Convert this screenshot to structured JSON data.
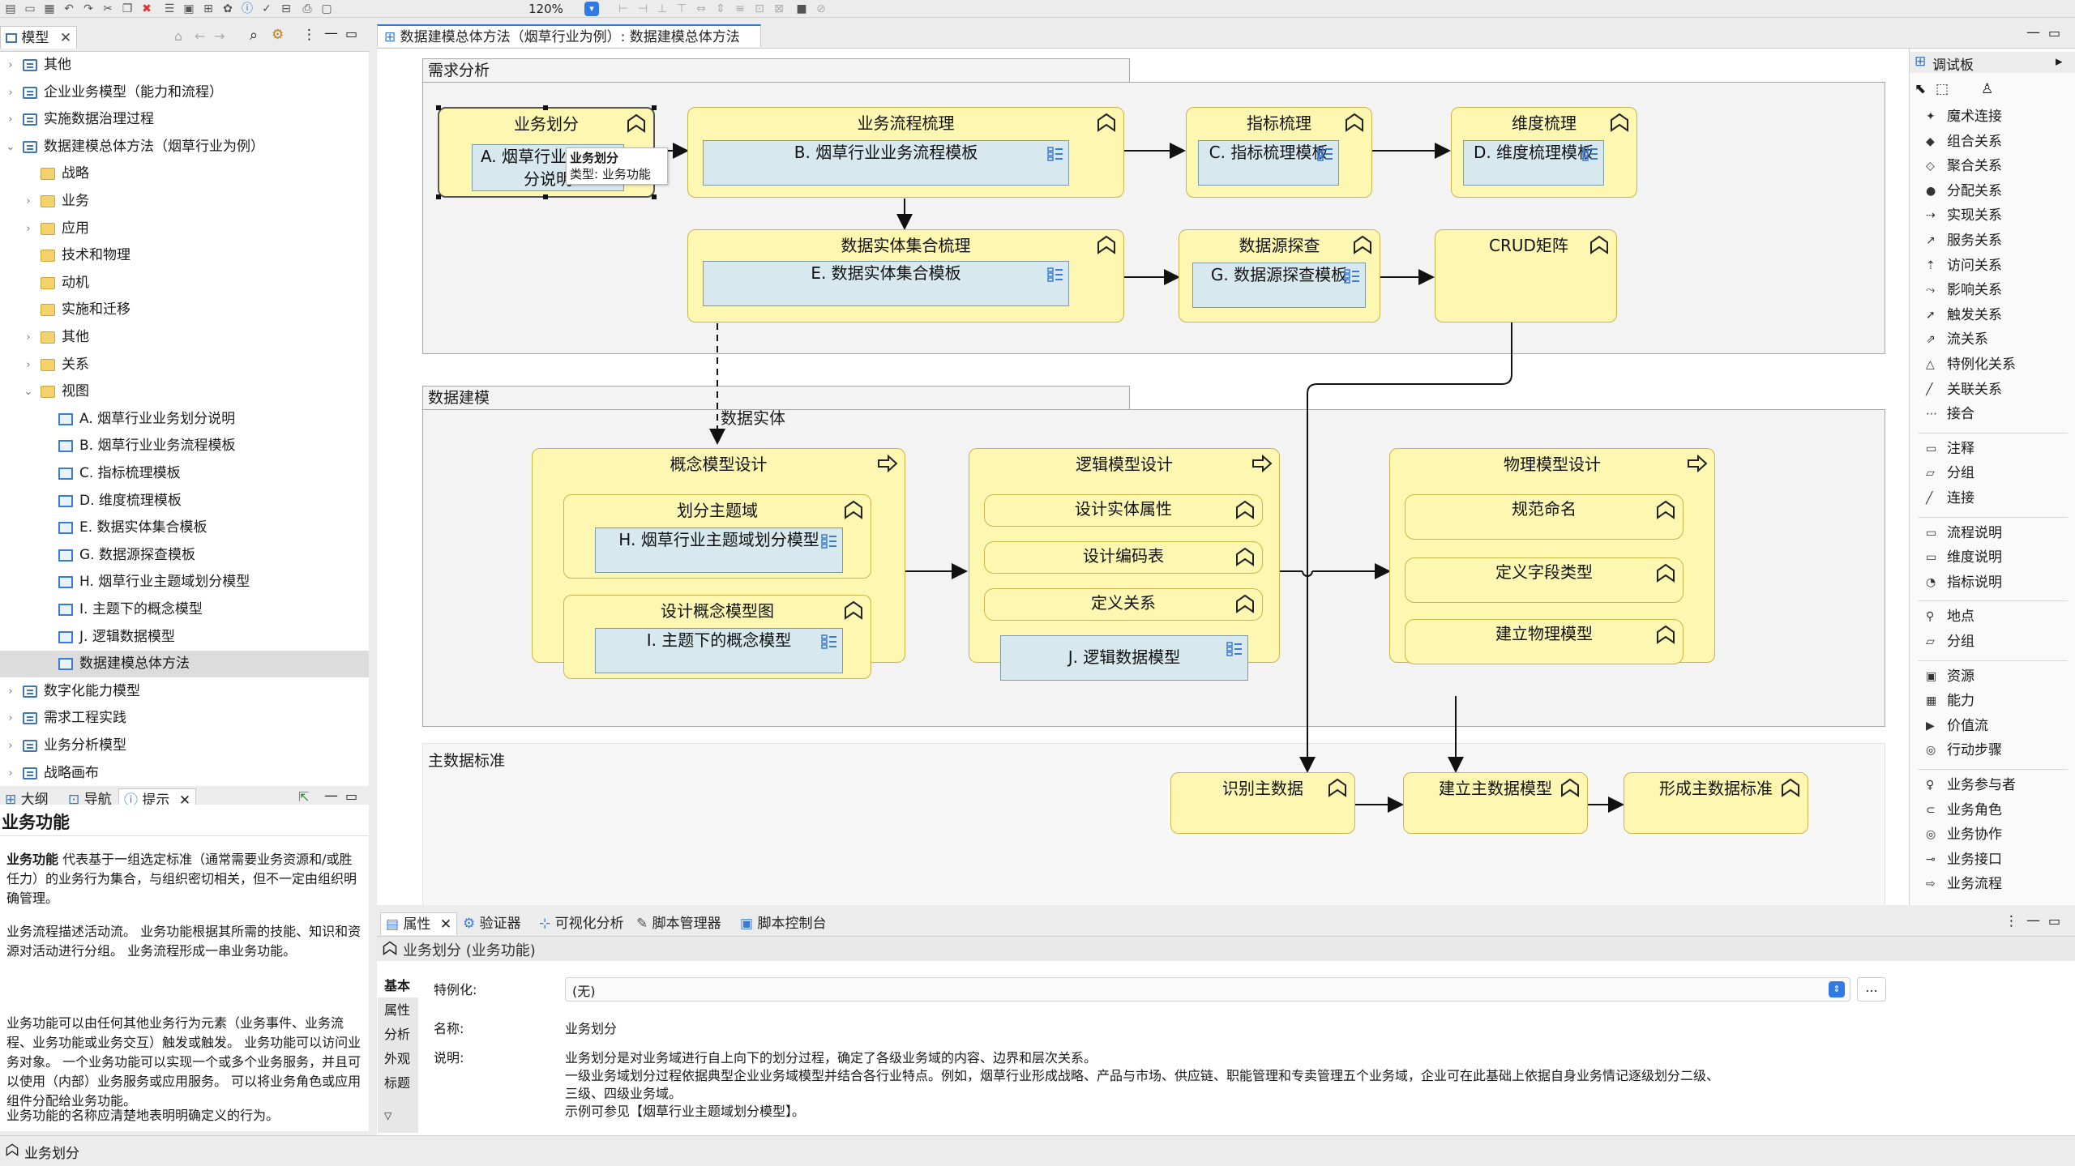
{
  "toolbar": {
    "zoom": "120%"
  },
  "left_panel": {
    "tab_label": "模型",
    "tree": [
      {
        "label": "其他",
        "level": 0,
        "expanded": false,
        "icon": "model-icon"
      },
      {
        "label": "企业业务模型（能力和流程）",
        "level": 0,
        "expanded": false,
        "icon": "model-icon"
      },
      {
        "label": "实施数据治理过程",
        "level": 0,
        "expanded": false,
        "icon": "model-icon"
      },
      {
        "label": "数据建模总体方法（烟草行业为例）",
        "level": 0,
        "expanded": true,
        "icon": "model-icon"
      },
      {
        "label": "战略",
        "level": 1,
        "expanded": null,
        "icon": "folder-icon"
      },
      {
        "label": "业务",
        "level": 1,
        "expanded": false,
        "icon": "folder-icon"
      },
      {
        "label": "应用",
        "level": 1,
        "expanded": false,
        "icon": "folder-icon"
      },
      {
        "label": "技术和物理",
        "level": 1,
        "expanded": null,
        "icon": "folder-icon"
      },
      {
        "label": "动机",
        "level": 1,
        "expanded": null,
        "icon": "folder-icon"
      },
      {
        "label": "实施和迁移",
        "level": 1,
        "expanded": null,
        "icon": "folder-icon"
      },
      {
        "label": "其他",
        "level": 1,
        "expanded": false,
        "icon": "folder-icon"
      },
      {
        "label": "关系",
        "level": 1,
        "expanded": false,
        "icon": "folder-icon"
      },
      {
        "label": "视图",
        "level": 1,
        "expanded": true,
        "icon": "folder-icon"
      },
      {
        "label": "A. 烟草行业业务划分说明",
        "level": 2,
        "expanded": null,
        "icon": "view-icon"
      },
      {
        "label": "B. 烟草行业业务流程模板",
        "level": 2,
        "expanded": null,
        "icon": "view-icon"
      },
      {
        "label": "C. 指标梳理模板",
        "level": 2,
        "expanded": null,
        "icon": "view-icon"
      },
      {
        "label": "D. 维度梳理模板",
        "level": 2,
        "expanded": null,
        "icon": "view-icon"
      },
      {
        "label": "E. 数据实体集合模板",
        "level": 2,
        "expanded": null,
        "icon": "view-icon"
      },
      {
        "label": "G. 数据源探查模板",
        "level": 2,
        "expanded": null,
        "icon": "view-icon"
      },
      {
        "label": "H. 烟草行业主题域划分模型",
        "level": 2,
        "expanded": null,
        "icon": "view-icon"
      },
      {
        "label": "I. 主题下的概念模型",
        "level": 2,
        "expanded": null,
        "icon": "view-icon"
      },
      {
        "label": "J. 逻辑数据模型",
        "level": 2,
        "expanded": null,
        "icon": "view-icon"
      },
      {
        "label": "数据建模总体方法",
        "level": 2,
        "expanded": null,
        "icon": "view-icon",
        "selected": true
      },
      {
        "label": "数字化能力模型",
        "level": 0,
        "expanded": false,
        "icon": "model-icon"
      },
      {
        "label": "需求工程实践",
        "level": 0,
        "expanded": false,
        "icon": "model-icon"
      },
      {
        "label": "业务分析模型",
        "level": 0,
        "expanded": false,
        "icon": "model-icon"
      },
      {
        "label": "战略画布",
        "level": 0,
        "expanded": false,
        "icon": "model-icon"
      }
    ]
  },
  "bottom_left": {
    "tabs": [
      "大纲",
      "导航",
      "提示"
    ],
    "title": "业务功能",
    "para1_bold": "业务功能",
    "para1": " 代表基于一组选定标准（通常需要业务资源和/或胜任力）的业务行为集合，与组织密切相关，但不一定由组织明确管理。",
    "para2": "业务流程描述活动流。 业务功能根据其所需的技能、知识和资源对活动进行分组。 业务流程形成一串业务功能。",
    "para3": "业务功能可以由任何其他业务行为元素（业务事件、业务流程、业务功能或业务交互）触发或触发。 业务功能可以访问业务对象。 一个业务功能可以实现一个或多个业务服务，并且可以使用（内部）业务服务或应用服务。 可以将业务角色或应用组件分配给业务功能。",
    "para4": "业务功能的名称应清楚地表明明确定义的行为。"
  },
  "editor": {
    "tab_label": "数据建模总体方法（烟草行业为例）: 数据建模总体方法",
    "groups": {
      "g1": "需求分析",
      "g2": "数据建模",
      "g3": "主数据标准"
    },
    "elements": {
      "e1": "业务划分",
      "e1v": "A. 烟草行业业务划分说明",
      "e2": "业务流程梳理",
      "e2v": "B. 烟草行业业务流程模板",
      "e3": "指标梳理",
      "e3v": "C. 指标梳理模板",
      "e4": "维度梳理",
      "e4v": "D. 维度梳理模板",
      "e5": "数据实体集合梳理",
      "e5v": "E. 数据实体集合模板",
      "e6": "数据源探查",
      "e6v": "G. 数据源探查模板",
      "e7": "CRUD矩阵",
      "p1": "概念模型设计",
      "p1a": "划分主题域",
      "p1av": "H. 烟草行业主题域划分模型",
      "p1b": "设计概念模型图",
      "p1bv": "I. 主题下的概念模型",
      "p2": "逻辑模型设计",
      "p2a": "设计实体属性",
      "p2b": "设计编码表",
      "p2c": "定义关系",
      "p2v": "J. 逻辑数据模型",
      "p3": "物理模型设计",
      "p3a": "规范命名",
      "p3b": "定义字段类型",
      "p3c": "建立物理模型",
      "m1": "识别主数据",
      "m2": "建立主数据模型",
      "m3": "形成主数据标准"
    },
    "conn_label": "数据实体",
    "tooltip_title": "业务划分",
    "tooltip_type": "类型: 业务功能"
  },
  "palette": {
    "title": "调试板",
    "items": [
      {
        "label": "魔术连接",
        "icon": "magic-connector-icon"
      },
      {
        "label": "组合关系",
        "icon": "composition-icon"
      },
      {
        "label": "聚合关系",
        "icon": "aggregation-icon"
      },
      {
        "label": "分配关系",
        "icon": "assignment-icon"
      },
      {
        "label": "实现关系",
        "icon": "realization-icon"
      },
      {
        "label": "服务关系",
        "icon": "serving-icon"
      },
      {
        "label": "访问关系",
        "icon": "access-icon"
      },
      {
        "label": "影响关系",
        "icon": "influence-icon"
      },
      {
        "label": "触发关系",
        "icon": "triggering-icon"
      },
      {
        "label": "流关系",
        "icon": "flow-icon"
      },
      {
        "label": "特例化关系",
        "icon": "specialization-icon"
      },
      {
        "label": "关联关系",
        "icon": "association-icon"
      },
      {
        "label": "接合",
        "icon": "junction-icon"
      },
      {
        "label": "注释",
        "icon": "note-icon"
      },
      {
        "label": "分组",
        "icon": "group-icon"
      },
      {
        "label": "连接",
        "icon": "connection-icon"
      },
      {
        "label": "流程说明",
        "icon": "flow-note-icon"
      },
      {
        "label": "维度说明",
        "icon": "dimension-note-icon"
      },
      {
        "label": "指标说明",
        "icon": "metric-note-icon"
      },
      {
        "label": "地点",
        "icon": "location-icon"
      },
      {
        "label": "分组",
        "icon": "grouping-icon"
      },
      {
        "label": "资源",
        "icon": "resource-icon"
      },
      {
        "label": "能力",
        "icon": "capability-icon"
      },
      {
        "label": "价值流",
        "icon": "value-stream-icon"
      },
      {
        "label": "行动步骤",
        "icon": "course-of-action-icon"
      },
      {
        "label": "业务参与者",
        "icon": "business-actor-icon"
      },
      {
        "label": "业务角色",
        "icon": "business-role-icon"
      },
      {
        "label": "业务协作",
        "icon": "business-collaboration-icon"
      },
      {
        "label": "业务接口",
        "icon": "business-interface-icon"
      },
      {
        "label": "业务流程",
        "icon": "business-process-icon"
      }
    ]
  },
  "properties": {
    "tabs": [
      "属性",
      "验证器",
      "可视化分析",
      "脚本管理器",
      "脚本控制台"
    ],
    "header": "业务划分 (业务功能)",
    "side_tabs": [
      "基本",
      "属性",
      "分析",
      "外观",
      "标题"
    ],
    "specialization_label": "特例化:",
    "specialization_value": "(无)",
    "name_label": "名称:",
    "name_value": "业务划分",
    "doc_label": "说明:",
    "doc_lines": [
      "业务划分是对业务域进行自上向下的划分过程，确定了各级业务域的内容、边界和层次关系。",
      "一级业务域划分过程依据典型企业业务域模型并结合各行业特点。例如，烟草行业形成战略、产品与市场、供应链、职能管理和专卖管理五个业务域，企业可在此基础上依据自身业务情记逐级划分二级、",
      "三级、四级业务域。",
      "示例可参见【烟草行业主题域划分模型】。"
    ],
    "more_button": "..."
  },
  "status": {
    "text": "业务划分"
  }
}
